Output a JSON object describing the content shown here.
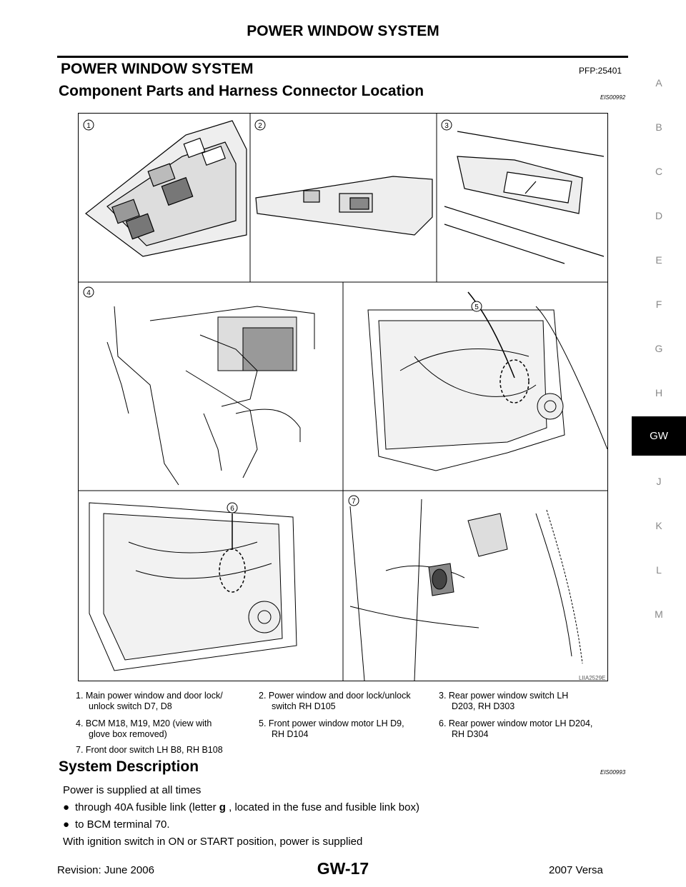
{
  "header": {
    "title": "POWER WINDOW SYSTEM"
  },
  "section": {
    "title": "POWER WINDOW SYSTEM",
    "code": "PFP:25401"
  },
  "component": {
    "title": "Component Parts and Harness Connector Location",
    "code": "EIS00992"
  },
  "figure": {
    "code": "LIIA2529E",
    "callouts": [
      "1",
      "2",
      "3",
      "4",
      "5",
      "6",
      "7"
    ]
  },
  "captions": [
    {
      "line1": "1.   Main power window and door lock/",
      "line2": "unlock switch D7, D8"
    },
    {
      "line1": "2.   Power window and door lock/unlock",
      "line2": "switch RH D105"
    },
    {
      "line1": "3.   Rear power window switch LH",
      "line2": "D203, RH D303"
    },
    {
      "line1": "4.   BCM M18, M19, M20 (view with",
      "line2": "glove box removed)"
    },
    {
      "line1": "5.   Front power window motor LH D9,",
      "line2": "RH D104"
    },
    {
      "line1": "6.   Rear power window motor LH D204,",
      "line2": "RH D304"
    },
    {
      "line1": "7.   Front door switch LH B8, RH B108",
      "line2": ""
    }
  ],
  "system": {
    "title": "System Description",
    "code": "EIS00993",
    "intro": "Power is supplied at all times",
    "bullet1_pre": "through 40A fusible link (letter ",
    "bullet1_bold": "g",
    "bullet1_post": " , located in the fuse and fusible link box)",
    "bullet2": "to BCM terminal 70.",
    "ign": "With ignition switch in ON or START position, power is supplied",
    "bullet_symbol": "●"
  },
  "sidebar": {
    "letters": [
      "A",
      "B",
      "C",
      "D",
      "E",
      "F",
      "G",
      "H",
      "J",
      "K",
      "L",
      "M"
    ],
    "active": "GW"
  },
  "footer": {
    "left": "Revision: June 2006",
    "center": "GW-17",
    "right": "2007 Versa"
  }
}
